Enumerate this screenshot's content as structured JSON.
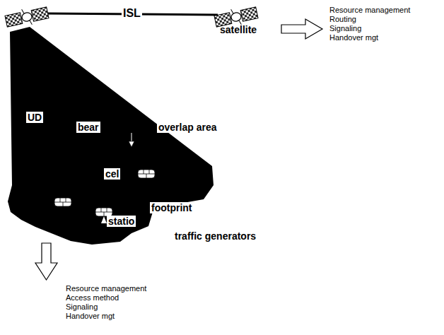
{
  "diagram": {
    "labels": [
      "ISL",
      "satellite",
      "Resource management",
      "Routing",
      "Signaling",
      "Handover mgt",
      "UD",
      "bear",
      "overlap area",
      "cel",
      "footprint",
      "statio",
      "traffic generators",
      "Resource management",
      "Access method",
      "Signaling",
      "Handover mgt"
    ]
  }
}
